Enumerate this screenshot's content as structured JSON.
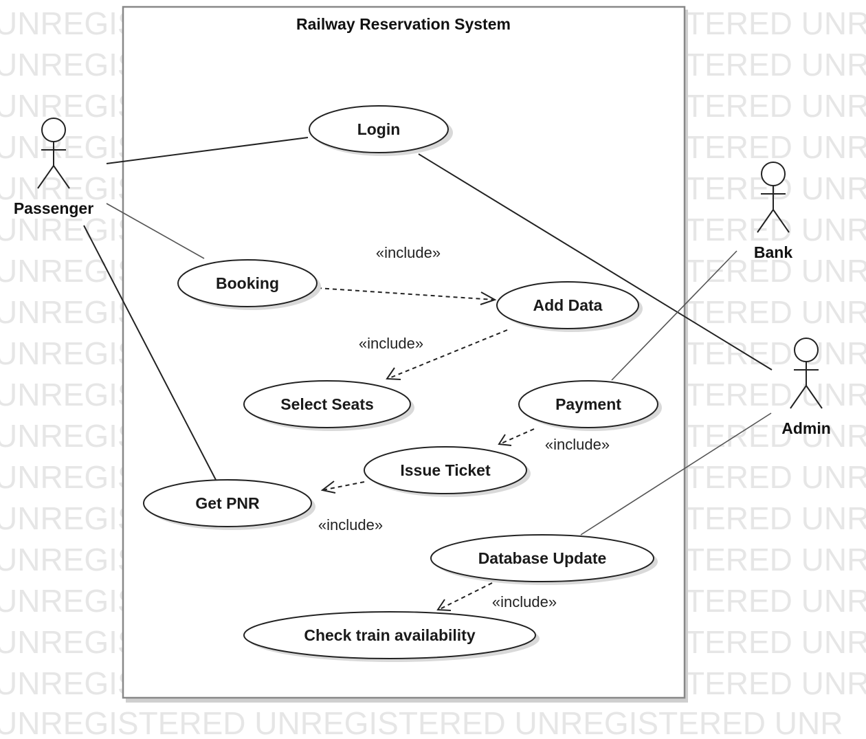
{
  "watermark": {
    "text_left": "UNREGISTERED",
    "text_right": "TERED UNR",
    "text_bottom": "UNREGISTERED UNREGISTERED UNREGISTERED UNR"
  },
  "system": {
    "title": "Railway Reservation System"
  },
  "actors": {
    "passenger": "Passenger",
    "bank": "Bank",
    "admin": "Admin"
  },
  "use_cases": {
    "login": "Login",
    "booking": "Booking",
    "add_data": "Add Data",
    "select_seats": "Select Seats",
    "payment": "Payment",
    "issue_ticket": "Issue Ticket",
    "get_pnr": "Get PNR",
    "database_update": "Database Update",
    "check_train_availability": "Check train availability"
  },
  "stereotypes": {
    "booking_add_data": "«include»",
    "add_data_select_seats": "«include»",
    "payment_issue_ticket": "«include»",
    "issue_ticket_get_pnr": "«include»",
    "database_update_check_train": "«include»"
  }
}
